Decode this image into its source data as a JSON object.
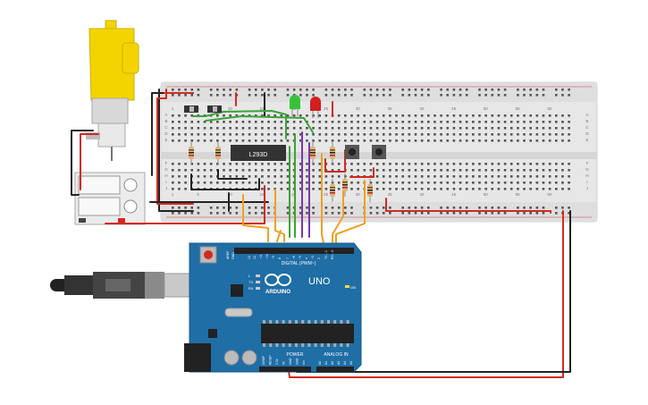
{
  "breadboard": {
    "column_numbers": [
      "1",
      "5",
      "10",
      "15",
      "20",
      "25",
      "30",
      "35",
      "40",
      "45",
      "50",
      "55",
      "60"
    ],
    "row_letters_top": [
      "A",
      "B",
      "C",
      "D",
      "E"
    ],
    "row_letters_bottom": [
      "F",
      "G",
      "H",
      "I",
      "J"
    ]
  },
  "ic": {
    "label": "L293D"
  },
  "power_supply": {
    "label_top": "",
    "label_bottom": ""
  },
  "arduino": {
    "logo": "ARDUINO",
    "model": "UNO",
    "digital_header": "DIGITAL (PWM~)",
    "power_header": "POWER",
    "analog_header": "ANALOG IN",
    "led_labels": [
      "L",
      "TX",
      "RX"
    ],
    "on_label": "ON",
    "aref": "AREF",
    "gnd": "GND",
    "digital_pins": [
      "13",
      "12",
      "~11",
      "~10",
      "~9",
      "8",
      "7",
      "~6",
      "~5",
      "4",
      "~3",
      "2",
      "TX→1",
      "RX←0"
    ],
    "power_pins": [
      "IOREF",
      "RESET",
      "3.3V",
      "5V",
      "GND",
      "GND",
      "Vin"
    ],
    "analog_pins": [
      "A0",
      "A1",
      "A2",
      "A3",
      "A4",
      "A5"
    ]
  },
  "colors": {
    "arduino_board": "#1f6ea6",
    "breadboard": "#e9e9e9",
    "motor_yellow": "#f2d400",
    "wire_red": "#d42a1d",
    "wire_black": "#222222",
    "wire_green": "#3aa33a",
    "wire_orange": "#f0a021",
    "wire_purple": "#7a36b1",
    "led_green": "#38c23a",
    "led_red": "#d31f1f"
  }
}
